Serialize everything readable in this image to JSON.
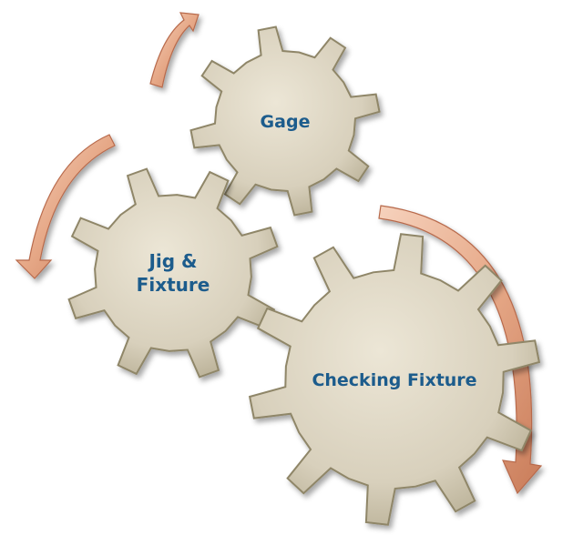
{
  "gears": [
    {
      "id": "gage",
      "label_lines": [
        "Gage"
      ]
    },
    {
      "id": "jig-fixture",
      "label_lines": [
        "Jig &",
        "Fixture"
      ]
    },
    {
      "id": "checking-fixture",
      "label_lines": [
        "Checking Fixture"
      ]
    }
  ],
  "colors": {
    "gear_face": "#d9d2c0",
    "gear_edge": "#8f8668",
    "label": "#1f5b8c",
    "arrow": "#e0a080",
    "arrow_edge": "#b86a4c"
  }
}
